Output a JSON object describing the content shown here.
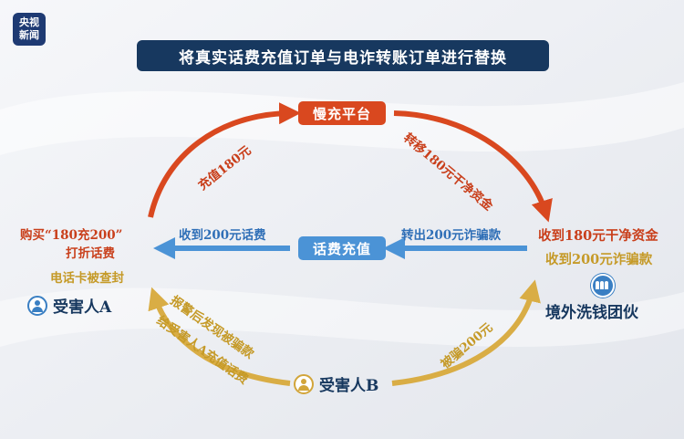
{
  "logo": {
    "line1": "央视",
    "line2": "新闻"
  },
  "title": "将真实话费充值订单与电诈转账订单进行替换",
  "nodes": {
    "platform": "慢充平台",
    "recharge": "话费充值",
    "victim_a": "受害人A",
    "victim_b": "受害人B",
    "gang": "境外洗钱团伙"
  },
  "labels": {
    "recharge_180": "充值180元",
    "transfer_clean": "转移180元干净资金",
    "receive_200_fee": "收到200元话费",
    "transfer_out_fraud": "转出200元诈骗款",
    "buy_line1": "购买“180充200”",
    "buy_line2": "打折话费",
    "phone_sealed": "电话卡被查封",
    "recv_clean": "收到180元干净资金",
    "recv_fraud": "收到200元诈骗款",
    "report_line1": "报警后发现被骗款",
    "report_line2": "给受害人A充值话费",
    "defrauded_200": "被骗200元"
  },
  "colors": {
    "red": "#d9481f",
    "blue": "#4b93d6",
    "gold": "#d9ad45",
    "navy": "#17385f"
  }
}
